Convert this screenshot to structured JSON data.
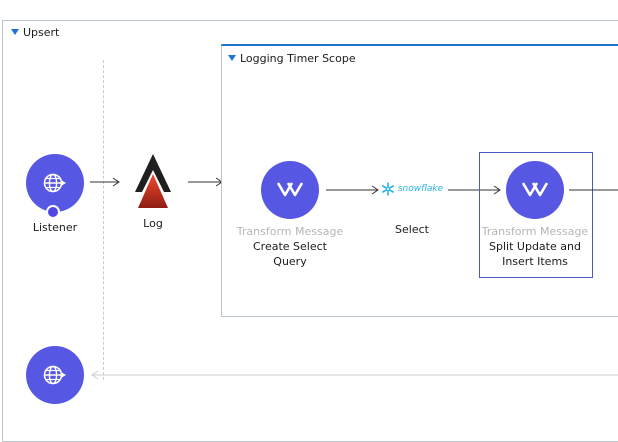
{
  "flow": {
    "name": "Upsert",
    "scope": {
      "name": "Logging Timer Scope"
    }
  },
  "components": {
    "listener": {
      "label": "Listener"
    },
    "log": {
      "label": "Log"
    },
    "transform_create": {
      "type_label": "Transform Message",
      "label": "Create Select\nQuery"
    },
    "snowflake_select": {
      "brand": "snowflake",
      "label": "Select"
    },
    "transform_split": {
      "type_label": "Transform Message",
      "label": "Split Update and\nInsert Items"
    }
  },
  "icons": {
    "collapse": "triangle-down-icon",
    "http": "globe-connector-icon",
    "log": "log-peak-icon",
    "transform": "dataweave-chevron-icon",
    "snowflake": "snowflake-icon",
    "reconnect": "reconnect-icon"
  },
  "colors": {
    "component_circle": "#5657e3",
    "selection_border": "#4c58c8",
    "scope_accent": "#1e72d2",
    "snowflake_brand": "#29b5e8",
    "muted_text": "#b3b7bc"
  }
}
